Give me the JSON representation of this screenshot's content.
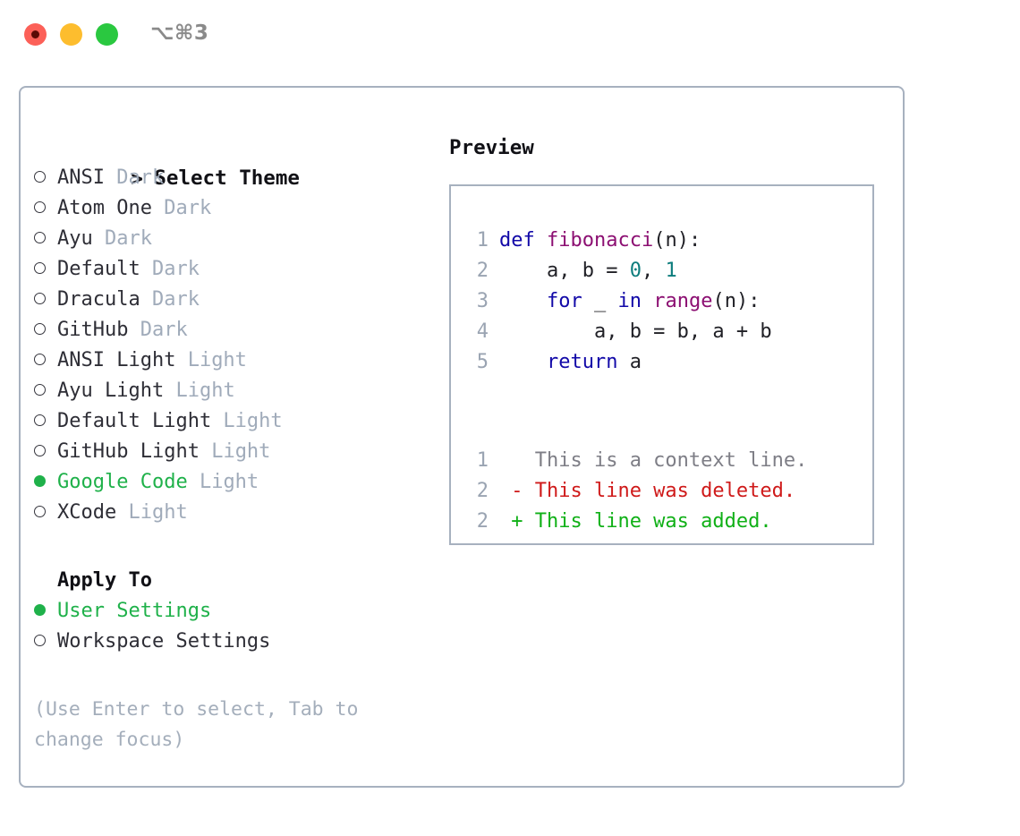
{
  "window": {
    "traffic_lights": [
      "close-red",
      "minimize-yellow",
      "maximize-green"
    ],
    "shortcut_label": "⌥⌘3"
  },
  "theme_picker": {
    "header_prefix": "> ",
    "header_label": "Select Theme",
    "items": [
      {
        "marker": "hollow",
        "label": "ANSI",
        "tag": "Dark",
        "selected": false
      },
      {
        "marker": "hollow",
        "label": "Atom One",
        "tag": "Dark",
        "selected": false
      },
      {
        "marker": "hollow",
        "label": "Ayu",
        "tag": "Dark",
        "selected": false
      },
      {
        "marker": "hollow",
        "label": "Default",
        "tag": "Dark",
        "selected": false
      },
      {
        "marker": "hollow",
        "label": "Dracula",
        "tag": "Dark",
        "selected": false
      },
      {
        "marker": "hollow",
        "label": "GitHub",
        "tag": "Dark",
        "selected": false
      },
      {
        "marker": "hollow",
        "label": "ANSI Light",
        "tag": "Light",
        "selected": false
      },
      {
        "marker": "hollow",
        "label": "Ayu Light",
        "tag": "Light",
        "selected": false
      },
      {
        "marker": "hollow",
        "label": "Default Light",
        "tag": "Light",
        "selected": false
      },
      {
        "marker": "hollow",
        "label": "GitHub Light",
        "tag": "Light",
        "selected": false
      },
      {
        "marker": "filled",
        "label": "Google Code",
        "tag": "Light",
        "selected": true
      },
      {
        "marker": "hollow",
        "label": "XCode",
        "tag": "Light",
        "selected": false
      }
    ]
  },
  "apply_to": {
    "header_label": "Apply To",
    "options": [
      {
        "marker": "filled",
        "label": "User Settings",
        "selected": true
      },
      {
        "marker": "hollow",
        "label": "Workspace Settings",
        "selected": false
      }
    ]
  },
  "hint": {
    "text": "(Use Enter to select, Tab to change focus)"
  },
  "preview": {
    "title": "Preview",
    "code_lines": [
      {
        "n": "1",
        "tokens": [
          {
            "t": "def",
            "c": "kw"
          },
          {
            "t": " ",
            "c": "plain"
          },
          {
            "t": "fibonacci",
            "c": "fn"
          },
          {
            "t": "(n):",
            "c": "punc"
          }
        ]
      },
      {
        "n": "2",
        "tokens": [
          {
            "t": "    a, b = ",
            "c": "plain"
          },
          {
            "t": "0",
            "c": "num"
          },
          {
            "t": ", ",
            "c": "plain"
          },
          {
            "t": "1",
            "c": "num"
          }
        ]
      },
      {
        "n": "3",
        "tokens": [
          {
            "t": "    ",
            "c": "plain"
          },
          {
            "t": "for",
            "c": "kw"
          },
          {
            "t": " _ ",
            "c": "plain"
          },
          {
            "t": "in",
            "c": "kw"
          },
          {
            "t": " ",
            "c": "plain"
          },
          {
            "t": "range",
            "c": "fn"
          },
          {
            "t": "(n):",
            "c": "punc"
          }
        ]
      },
      {
        "n": "4",
        "tokens": [
          {
            "t": "        a, b = b, a + b",
            "c": "plain"
          }
        ]
      },
      {
        "n": "5",
        "tokens": [
          {
            "t": "    ",
            "c": "plain"
          },
          {
            "t": "return",
            "c": "kw"
          },
          {
            "t": " a",
            "c": "plain"
          }
        ]
      }
    ],
    "diff_lines": [
      {
        "n": "1",
        "sign": " ",
        "text": "This is a context line.",
        "kind": "dctx"
      },
      {
        "n": "2",
        "sign": "-",
        "text": "This line was deleted.",
        "kind": "ddel"
      },
      {
        "n": "2",
        "sign": "+",
        "text": "This line was added.",
        "kind": "dadd"
      }
    ]
  },
  "colors": {
    "accent_green": "#1fb14a",
    "muted": "#a0abba",
    "border": "#a7b1bf",
    "keyword": "#1209a8",
    "function": "#8c0f72",
    "number": "#0d7d7d",
    "diff_delete": "#cf1a1a",
    "diff_add": "#10b017",
    "diff_context": "#7e7e86"
  }
}
